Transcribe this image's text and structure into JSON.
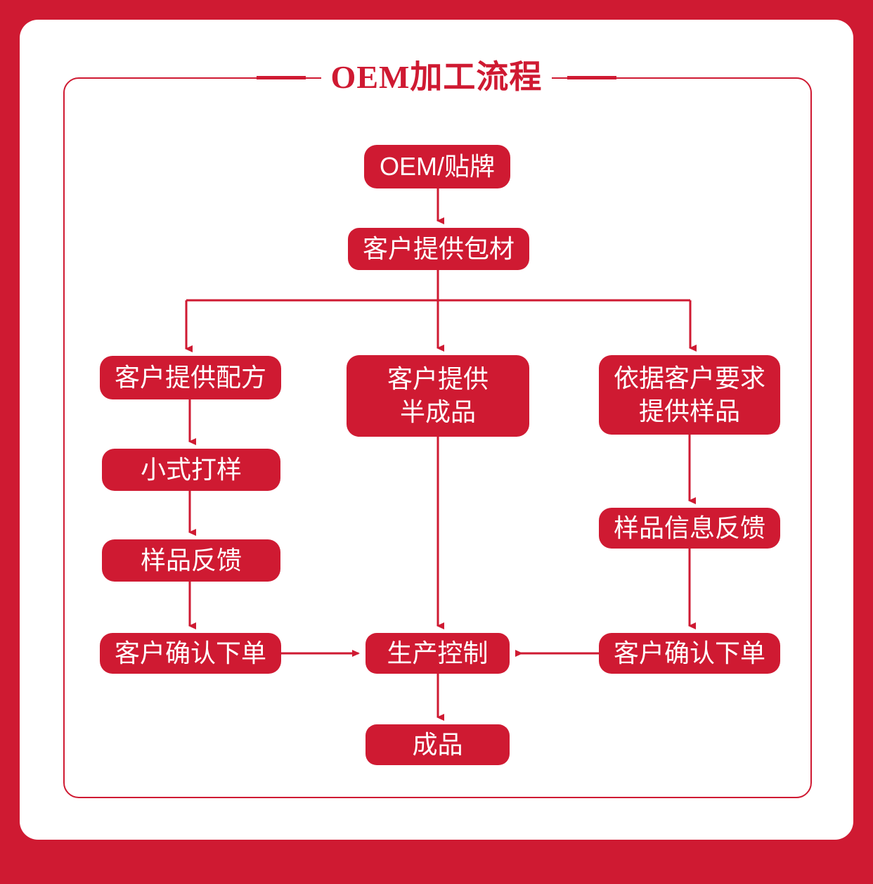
{
  "document": {
    "title": "OEM加工流程",
    "frame_color": "#cf1a32",
    "node_fill": "#cf1a32",
    "node_text_color": "#ffffff",
    "connector_color": "#cf1a32"
  },
  "diagram": {
    "type": "flowchart",
    "orientation": "top-to-bottom",
    "nodes": [
      {
        "id": "oem",
        "label": "OEM/贴牌",
        "column": "center"
      },
      {
        "id": "baocai",
        "label": "客户提供包材",
        "column": "center"
      },
      {
        "id": "peifang",
        "label": "客户提供配方",
        "column": "left"
      },
      {
        "id": "banchengpin",
        "label": "客户提供\n半成品",
        "column": "center"
      },
      {
        "id": "yangpin",
        "label": "依据客户要求\n提供样品",
        "column": "right"
      },
      {
        "id": "daying",
        "label": "小式打样",
        "column": "left"
      },
      {
        "id": "fankui",
        "label": "样品反馈",
        "column": "left"
      },
      {
        "id": "xinxi",
        "label": "样品信息反馈",
        "column": "right"
      },
      {
        "id": "queren_left",
        "label": "客户确认下单",
        "column": "left"
      },
      {
        "id": "queren_right",
        "label": "客户确认下单",
        "column": "right"
      },
      {
        "id": "shengchan",
        "label": "生产控制",
        "column": "center"
      },
      {
        "id": "chengpin",
        "label": "成品",
        "column": "center"
      }
    ],
    "edges": [
      {
        "from": "oem",
        "to": "baocai",
        "style": "straight-down"
      },
      {
        "from": "baocai",
        "to": "peifang",
        "style": "split-left"
      },
      {
        "from": "baocai",
        "to": "banchengpin",
        "style": "straight-down"
      },
      {
        "from": "baocai",
        "to": "yangpin",
        "style": "split-right"
      },
      {
        "from": "peifang",
        "to": "daying",
        "style": "straight-down"
      },
      {
        "from": "daying",
        "to": "fankui",
        "style": "straight-down"
      },
      {
        "from": "fankui",
        "to": "queren_left",
        "style": "straight-down"
      },
      {
        "from": "yangpin",
        "to": "xinxi",
        "style": "straight-down"
      },
      {
        "from": "xinxi",
        "to": "queren_right",
        "style": "straight-down"
      },
      {
        "from": "queren_left",
        "to": "shengchan",
        "style": "horizontal-right"
      },
      {
        "from": "queren_right",
        "to": "shengchan",
        "style": "horizontal-left"
      },
      {
        "from": "banchengpin",
        "to": "shengchan",
        "style": "straight-down"
      },
      {
        "from": "shengchan",
        "to": "chengpin",
        "style": "straight-down"
      }
    ]
  }
}
